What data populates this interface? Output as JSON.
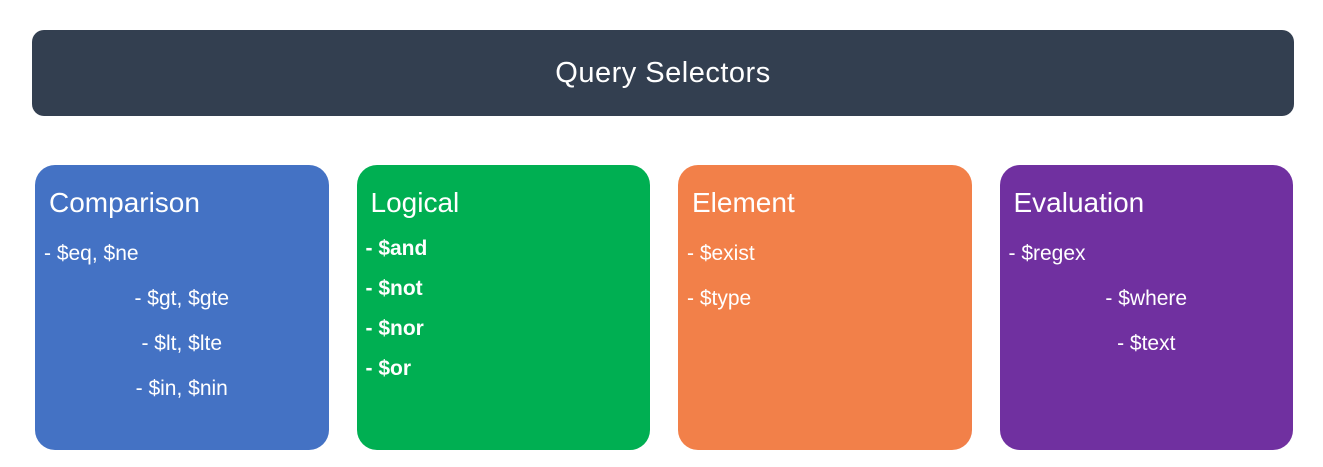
{
  "header": {
    "title": "Query Selectors",
    "bg_color": "#333F50",
    "text_color": "#FFFFFF"
  },
  "cards": [
    {
      "title": "Comparison",
      "color": "#4472C4",
      "items": [
        "- $eq, $ne",
        "- $gt, $gte",
        "- $lt, $lte",
        "- $in, $nin"
      ]
    },
    {
      "title": "Logical",
      "color": "#00AF52",
      "items": [
        "- $and",
        "- $not",
        "- $nor",
        "- $or"
      ]
    },
    {
      "title": "Element",
      "color": "#F28049",
      "items": [
        "- $exist",
        "- $type"
      ]
    },
    {
      "title": "Evaluation",
      "color": "#7030A0",
      "items": [
        "- $regex",
        "- $where",
        "- $text"
      ]
    }
  ]
}
